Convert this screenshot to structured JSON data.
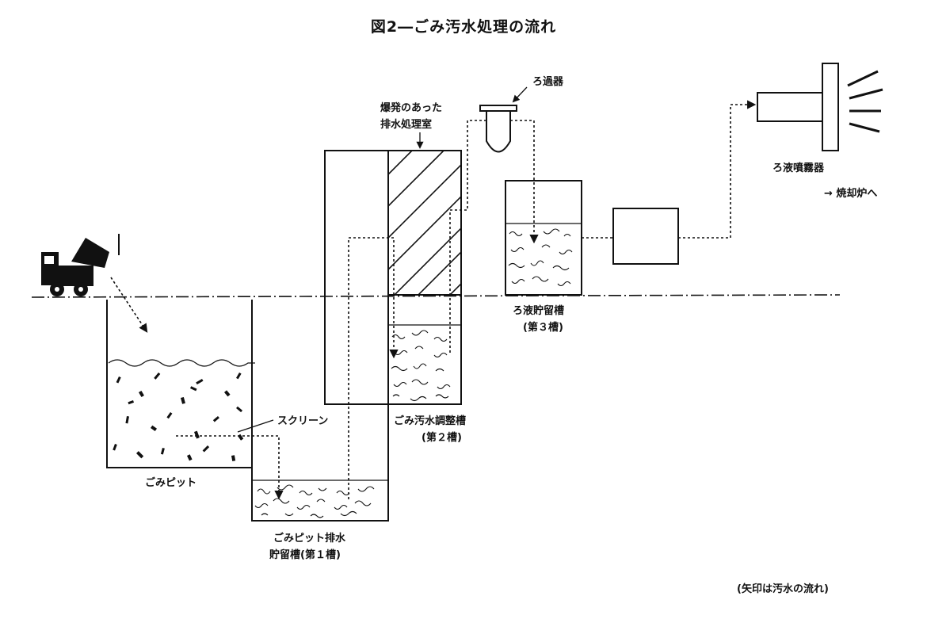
{
  "title": "図2―ごみ汚水処理の流れ",
  "labels": {
    "explosion_room_line1": "爆発のあった",
    "explosion_room_line2": "排水処理室",
    "filter": "ろ過器",
    "sprayer": "ろ液噴霧器",
    "incinerator": "→ 焼却炉へ",
    "tank3_line1": "ろ液貯留槽",
    "tank3_line2": "(第３槽)",
    "screen": "スクリーン",
    "tank2_line1": "ごみ汚水調整槽",
    "tank2_line2": "(第２槽)",
    "pit": "ごみピット",
    "tank1_line1": "ごみピット排水",
    "tank1_line2": "貯留槽(第１槽)",
    "note": "(矢印は汚水の流れ)"
  }
}
